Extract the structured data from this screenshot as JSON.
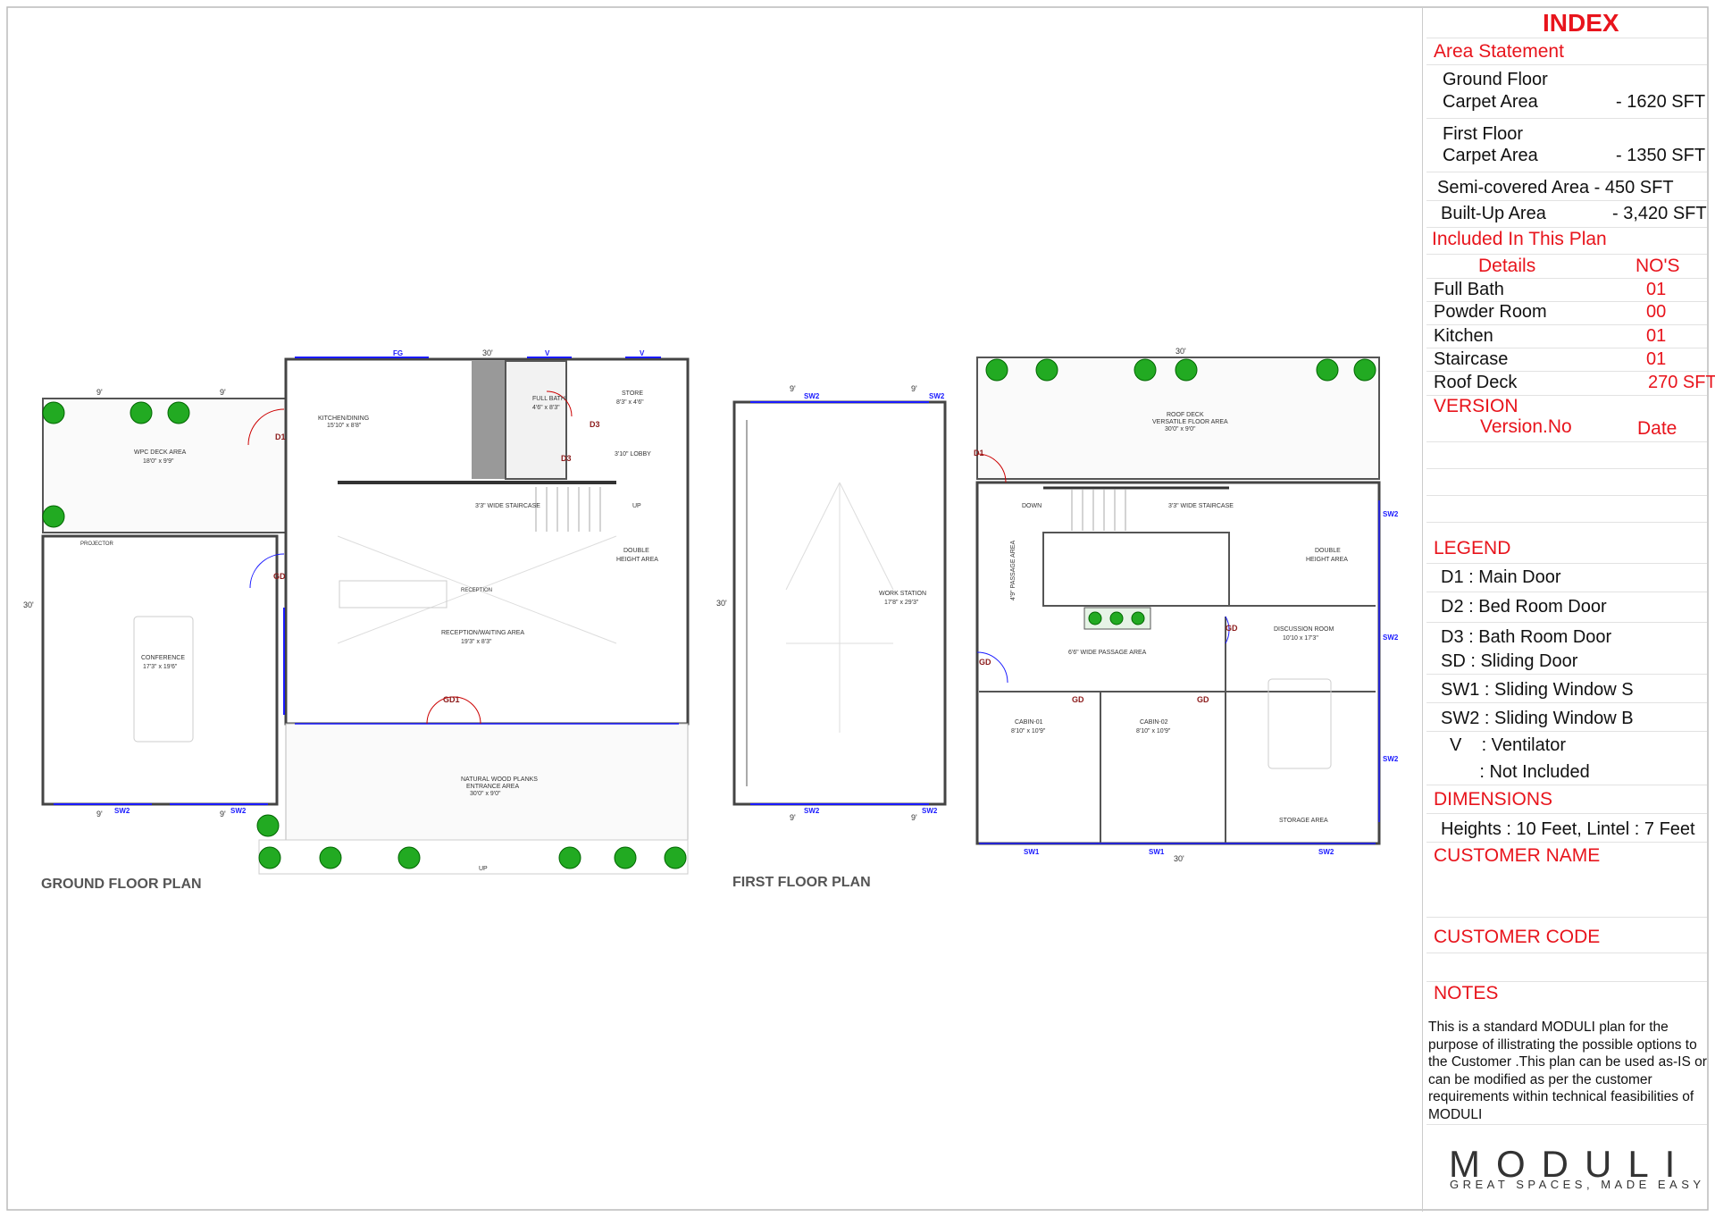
{
  "plans": {
    "ground_title": "GROUND FLOOR PLAN",
    "first_title": "FIRST FLOOR PLAN",
    "ground_labels": {
      "fg": "FG",
      "v1": "V",
      "v2": "V",
      "dim_top": "30'",
      "dim_9a": "9'",
      "dim_9b": "9'",
      "dim_9c": "9'",
      "dim_9d": "9'",
      "dim_side": "30'",
      "kitchen": "KITCHEN/DINING",
      "kitchen_size": "15'10\" x 8'8\"",
      "full_bath": "FULL BATH",
      "full_bath_size": "4'6\" x 8'3\"",
      "store": "STORE",
      "store_size": "8'3\" x 4'6\"",
      "lobby": "3'10\" LOBBY",
      "wpc": "WPC DECK AREA",
      "wpc_size": "18'0\" x 9'9\"",
      "d1": "D1",
      "d3a": "D3",
      "d3b": "D3",
      "gd": "GD",
      "gd1": "GD1",
      "staircase": "3'3\" WIDE STAIRCASE",
      "up": "UP",
      "double": "DOUBLE",
      "height_area": "HEIGHT AREA",
      "projector": "PROJECTOR",
      "conference": "CONFERENCE",
      "conference_size": "17'3\" x 19'6\"",
      "reception_desk": "RECEPTION",
      "reception": "RECEPTION/WAITING AREA",
      "reception_size": "19'3\" x 8'3\"",
      "planks": "NATURAL WOOD PLANKS",
      "entrance": "ENTRANCE AREA",
      "entrance_size": "30'0\" x 9'0\"",
      "sw2a": "SW2",
      "sw2b": "SW2",
      "up2": "UP"
    },
    "first_labels": {
      "sw2a": "SW2",
      "sw2b": "SW2",
      "sw2c": "SW2",
      "sw2d": "SW2",
      "dim_9a": "9'",
      "dim_9b": "9'",
      "dim_9c": "9'",
      "dim_9d": "9'",
      "dim_side": "30'",
      "workstation": "WORK STATION",
      "workstation_size": "17'8\" x 29'3\"",
      "dim_top": "30'",
      "roof_deck": "ROOF DECK",
      "versatile": "VERSATILE FLOOR AREA",
      "roof_size": "30'0\" x 9'0\"",
      "d1": "D1",
      "down": "DOWN",
      "staircase": "3'3\" WIDE STAIRCASE",
      "passage_v": "4'9\" PASSAGE AREA",
      "double": "DOUBLE",
      "height_area": "HEIGHT AREA",
      "gd1": "GD",
      "gd2": "GD",
      "gd3": "GD",
      "gd4": "GD",
      "passage_h": "6'6\" WIDE PASSAGE AREA",
      "discussion": "DISCUSSION ROOM",
      "discussion_size": "10'10 x 17'3\"",
      "cabin1": "CABIN-01",
      "cabin1_size": "8'10\" x 10'9\"",
      "cabin2": "CABIN-02",
      "cabin2_size": "8'10\" x 10'9\"",
      "storage": "STORAGE AREA",
      "sw1a": "SW1",
      "sw1b": "SW1",
      "sw2e": "SW2",
      "sw2f": "SW2",
      "sw2g": "SW2",
      "sw2h": "SW2",
      "dim_bottom": "30'"
    }
  },
  "index": {
    "title": "INDEX",
    "area_statement": "Area Statement",
    "ground_floor": "Ground Floor",
    "gf_carpet_label": "Carpet  Area",
    "gf_carpet_value": "- 1620 SFT",
    "first_floor": "First Floor",
    "ff_carpet_label": "Carpet  Area",
    "ff_carpet_value": "- 1350 SFT",
    "semi_covered": "Semi-covered Area -  450  SFT",
    "builtup_label": "Built-Up  Area",
    "builtup_value": "- 3,420 SFT",
    "included": "Included In This Plan",
    "details_header": "Details",
    "nos_header": "NO'S",
    "items": [
      {
        "label": "Full Bath",
        "value": "01"
      },
      {
        "label": "Powder Room",
        "value": "00"
      },
      {
        "label": "Kitchen",
        "value": "01"
      },
      {
        "label": "Staircase",
        "value": "01"
      },
      {
        "label": "Roof Deck",
        "value": "270 SFT"
      }
    ],
    "version": "VERSION",
    "version_no": "Version.No",
    "date": "Date",
    "legend": "LEGEND",
    "legend_items": [
      "D1 : Main Door",
      "D2 : Bed Room Door",
      "D3 : Bath Room Door",
      "SD : Sliding Door",
      "SW1 : Sliding Window S",
      "SW2 : Sliding Window B",
      "V    : Ventilator",
      "      : Not Included"
    ],
    "dimensions": "DIMENSIONS",
    "dimensions_text": "Heights : 10 Feet, Lintel : 7 Feet",
    "customer_name": "CUSTOMER NAME",
    "customer_code": "CUSTOMER CODE",
    "notes": "NOTES",
    "notes_text": "This is a standard MODULI plan for the purpose of illistrating the possible options to the Customer .This plan can be used as-IS or can be modified as per the customer requirements within technical feasibilities of MODULI",
    "logo": "MODULI",
    "tagline": "GREAT SPACES, MADE EASY"
  },
  "colors": {
    "accent": "#e8141c",
    "window": "#1a1aff",
    "door_label": "#8b1a1a",
    "tree": "#22aa22"
  }
}
